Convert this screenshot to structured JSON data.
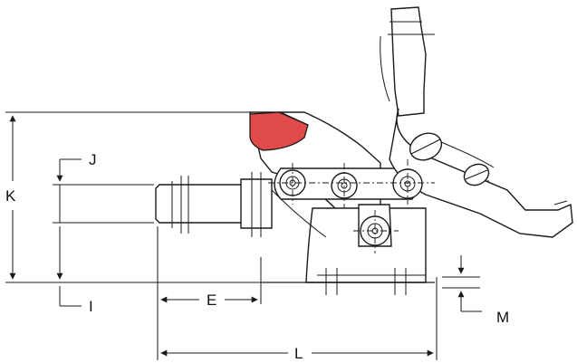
{
  "dimensions": {
    "K": "K",
    "J": "J",
    "I": "I",
    "E": "E",
    "L": "L",
    "M": "M"
  },
  "colors": {
    "line": "#1a1a1a",
    "pad_accent": "#e14a4a",
    "background": "#ffffff"
  }
}
